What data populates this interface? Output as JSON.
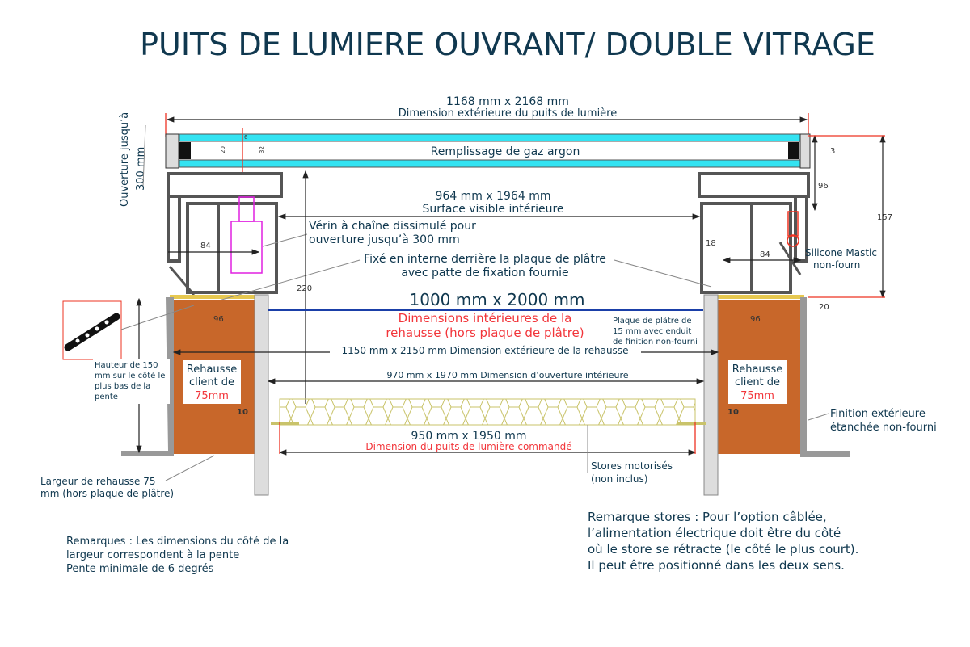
{
  "title": "PUITS DE LUMIERE OUVRANT/ DOUBLE VITRAGE",
  "colors": {
    "glass": "#33e3f2",
    "wood": "#c8672a",
    "text": "#10384f",
    "red": "#f2353a",
    "blue": "#1a3fa8"
  },
  "top_dim": {
    "size": "1168 mm x 2168 mm",
    "label": "Dimension extérieure du puits de lumière"
  },
  "glass_label": "Remplissage de gaz argon",
  "opening_vertical": {
    "line1": "Ouverture jusqu’à",
    "line2": "300 mm"
  },
  "visible": {
    "size": "964 mm x 1964 mm",
    "label": "Surface visible intérieure"
  },
  "actuator": {
    "line1": "Vérin à chaîne dissimulé pour",
    "line2": "ouverture jusqu’à 300 mm"
  },
  "fixing": {
    "line1": "Fixé en interne derrière la plaque de plâtre",
    "line2": "avec patte de fixation fournie"
  },
  "inner": {
    "size": "1000 mm x 2000 mm",
    "line1": "Dimensions intérieures de la",
    "line2": "rehausse (hors plaque de plâtre)"
  },
  "plasterboard": {
    "line1": "Plaque de plâtre de",
    "line2": "15 mm avec enduit",
    "line3": "de finition non-fourni"
  },
  "curb_outer": "1150 mm x 2150 mm Dimension extérieure de la rehausse",
  "opening_inner": "970 mm x 1970 mm Dimension d’ouverture intérieure",
  "ordered": {
    "size": "950 mm x 1950 mm",
    "label": "Dimension du puits de lumière commandé"
  },
  "blinds": {
    "line1": "Stores motorisés",
    "line2": "(non inclus)"
  },
  "silicone": {
    "line1": "Silicone Mastic",
    "line2": "non-fourn"
  },
  "finish": {
    "line1": "Finition extérieure",
    "line2": "étanchée non-fourni"
  },
  "curb_label": {
    "line1": "Rehausse",
    "line2": "client de",
    "line3": "75mm"
  },
  "height_note": {
    "line1": "Hauteur de 150",
    "line2": "mm sur le côté le",
    "line3": "plus bas de la",
    "line4": "pente"
  },
  "width_note": {
    "line1": "Largeur de rehausse 75",
    "line2": "mm (hors plaque de plâtre)"
  },
  "remarks": {
    "line1": "Remarques : Les dimensions du côté de la",
    "line2": "largeur correspondent à la pente",
    "line3": "Pente minimale de 6 degrés"
  },
  "blind_remarks": {
    "line1": "Remarque stores : Pour l’option câblée,",
    "line2": "l’alimentation électrique doit être du côté",
    "line3": "où le store se rétracte (le côté le plus court).",
    "line4": "Il peut être positionné dans les deux sens."
  },
  "dims": {
    "d3": "3",
    "d96": "96",
    "d157": "157",
    "d20": "20",
    "d84": "84",
    "d18": "18",
    "d220": "220",
    "d10": "10",
    "g20": "20",
    "g32": "32",
    "g6": "6"
  }
}
